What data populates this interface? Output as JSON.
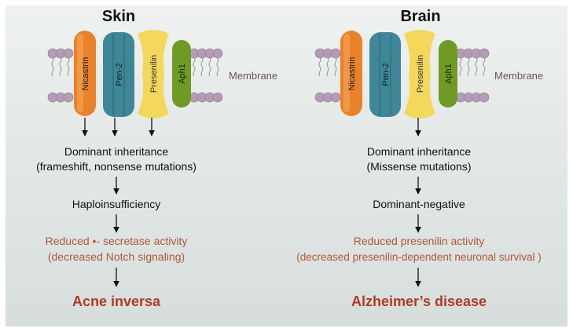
{
  "colors": {
    "background_top": "#eef1f0",
    "background_bottom": "#d6dedc",
    "nicastrin": "#e9822a",
    "pen2": "#3f8798",
    "presenilin": "#f4d85c",
    "aph1": "#6f9a24",
    "lipid_head": "#b49cb6",
    "membrane_label": "#6b5060",
    "accent_text": "#b0563d",
    "outcome_text": "#b23a26"
  },
  "skin": {
    "title": "Skin",
    "proteins": [
      "Nicastrin",
      "Pen-2",
      "Presenilin",
      "Aph1"
    ],
    "membrane_label": "Membrane",
    "inheritance_line1": "Dominant inheritance",
    "inheritance_line2": "(frameshift, nonsense mutations)",
    "mechanism": "Haploinsufficiency",
    "effect_line1": "Reduced •- secretase activity",
    "effect_line2": "(decreased  Notch signaling)",
    "outcome": "Acne inversa"
  },
  "brain": {
    "title": "Brain",
    "proteins": [
      "Nicastrin",
      "Pen-2",
      "Presenilin",
      "Aph1"
    ],
    "membrane_label": "Membrane",
    "inheritance_line1": "Dominant inheritance",
    "inheritance_line2": "(Missense mutations)",
    "mechanism": "Dominant-negative",
    "effect_line1": "Reduced presenilin activity",
    "effect_line2": "(decreased presenilin-dependent neuronal survival )",
    "outcome": "Alzheimer’s disease"
  }
}
